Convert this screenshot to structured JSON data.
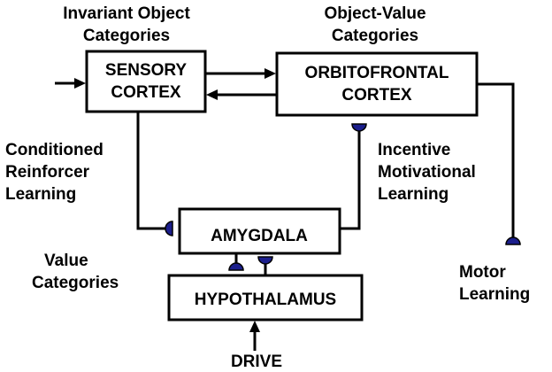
{
  "colors": {
    "line": "#000000",
    "synapse_fill": "#1b1e8c",
    "background": "#ffffff"
  },
  "boxes": {
    "sensory_cortex": {
      "line1": "SENSORY",
      "line2": "CORTEX"
    },
    "orbitofrontal_cortex": {
      "line1": "ORBITOFRONTAL",
      "line2": "CORTEX"
    },
    "amygdala": {
      "label": "AMYGDALA"
    },
    "hypothalamus": {
      "label": "HYPOTHALAMUS"
    }
  },
  "labels": {
    "invariant_object_categories": {
      "line1": "Invariant Object",
      "line2": "Categories"
    },
    "object_value_categories": {
      "line1": "Object-Value",
      "line2": "Categories"
    },
    "conditioned_reinforcer_learning": {
      "line1": "Conditioned",
      "line2": "Reinforcer",
      "line3": "Learning"
    },
    "incentive_motivational_learning": {
      "line1": "Incentive",
      "line2": "Motivational",
      "line3": "Learning"
    },
    "value_categories": {
      "line1": "Value",
      "line2": "Categories"
    },
    "motor_learning": {
      "line1": "Motor",
      "line2": "Learning"
    },
    "drive": {
      "label": "DRIVE"
    }
  }
}
